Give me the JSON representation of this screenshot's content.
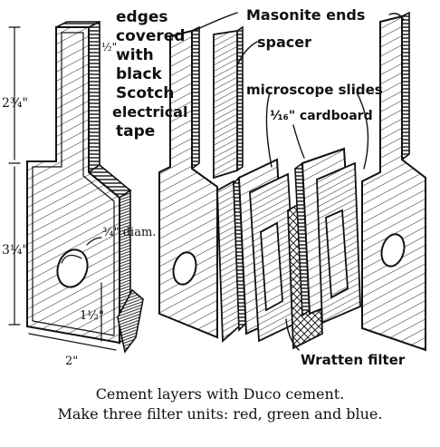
{
  "labels": {
    "edges_note": [
      "edges",
      "covered",
      "with",
      "black",
      "Scotch",
      "electrical",
      "tape"
    ],
    "masonite_ends": "Masonite ends",
    "spacer": "spacer",
    "microscope_slides": "microscope slides",
    "cardboard": "¹⁄₁₆\" cardboard",
    "wratten_filter": "Wratten filter",
    "diameter": "¾\" diam.",
    "dim_half": "½\"",
    "dim_two_three_quarters": "2¾\"",
    "dim_three_quarter": "3¼\"",
    "dim_one_half": "1½\"",
    "dim_two": "2\""
  },
  "caption": {
    "line1": "Cement layers with Duco cement.",
    "line2": "Make three filter units: red, green and blue."
  }
}
